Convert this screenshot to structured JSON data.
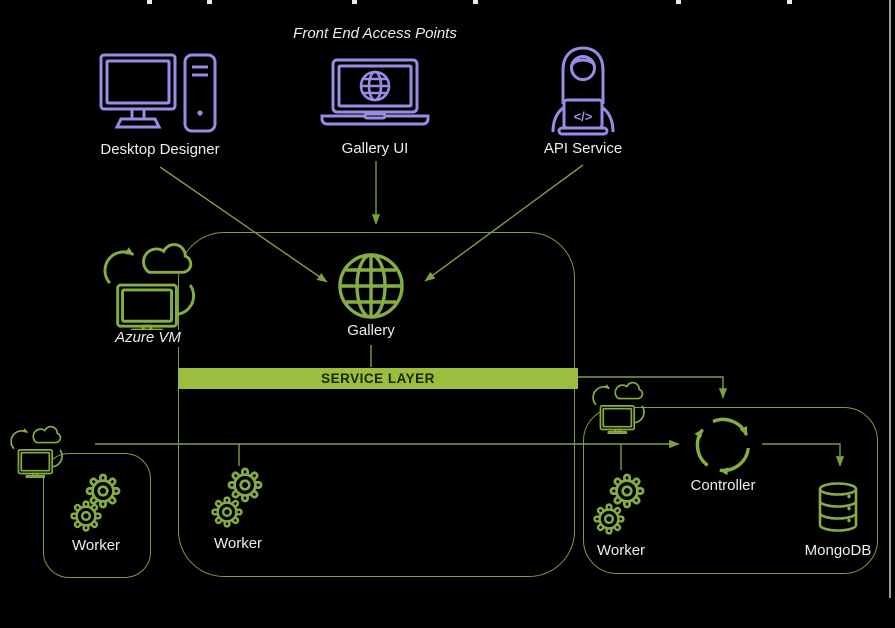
{
  "diagram": {
    "heading": "Front End Access Points",
    "front_end": {
      "desktop_designer": {
        "label": "Desktop Designer",
        "icon": "desktop-computer-icon"
      },
      "gallery_ui": {
        "label": "Gallery UI",
        "icon": "laptop-globe-icon"
      },
      "api_service": {
        "label": "API Service",
        "icon": "developer-person-icon"
      }
    },
    "azure_vm": {
      "label": "Azure VM",
      "icon": "cloud-sync-vm-icon"
    },
    "gallery": {
      "label": "Gallery",
      "icon": "globe-icon"
    },
    "service_layer": {
      "label": "SERVICE LAYER"
    },
    "workers": [
      {
        "label": "Worker",
        "icon": "gears-icon"
      },
      {
        "label": "Worker",
        "icon": "gears-icon"
      },
      {
        "label": "Worker",
        "icon": "gears-icon"
      }
    ],
    "controller": {
      "label": "Controller",
      "icon": "circular-sync-arrows-icon"
    },
    "mongodb": {
      "label": "MongoDB",
      "icon": "database-icon"
    },
    "colors": {
      "background": "#000000",
      "connector_green": "#7d9f3c",
      "icon_green": "#86ad41",
      "service_bar_fill": "#9cbe3e",
      "service_bar_text": "#1c2605",
      "icon_purple": "#9a8ce4",
      "label_text": "#ededed"
    }
  }
}
